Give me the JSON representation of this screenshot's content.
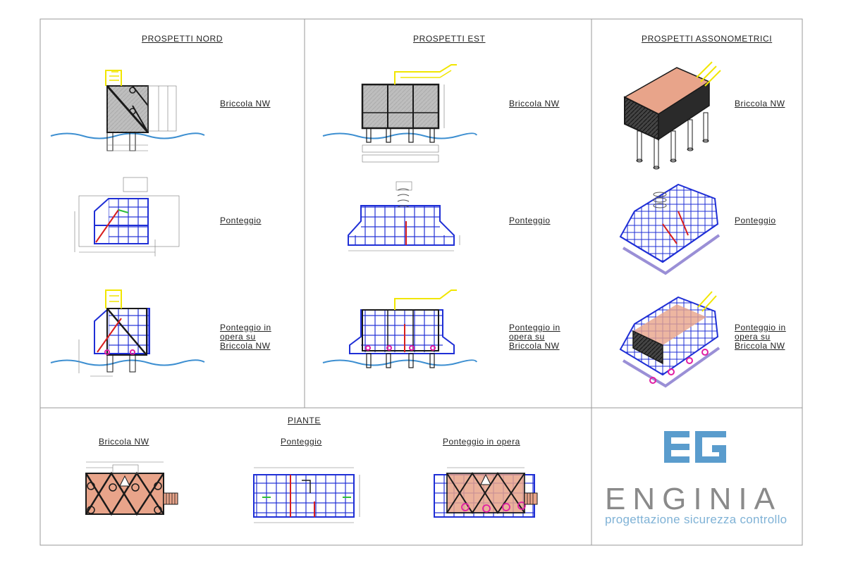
{
  "sections": {
    "nord": "PROSPETTI NORD",
    "est": "PROSPETTI EST",
    "asso": "PROSPETTI ASSONOMETRICI",
    "piante": "PIANTE"
  },
  "rows": {
    "r1": "Briccola NW",
    "r2": "Ponteggio",
    "r3_l1": "Ponteggio in",
    "r3_l2": "opera su",
    "r3_l3": "Briccola NW"
  },
  "plans": {
    "p1": "Briccola NW",
    "p2": "Ponteggio",
    "p3": "Ponteggio in opera"
  },
  "logo": {
    "word": "ENGINIA",
    "tagline": "progettazione sicurezza controllo"
  },
  "colors": {
    "frame": "#9a9a9a",
    "blue_scaffold": "#1f2fd6",
    "red_brace": "#d81e1e",
    "yellow_stair": "#f1e600",
    "black_steel": "#1a1a1a",
    "water": "#3d8fd1",
    "salmon": "#e8a48a",
    "logo_blue": "#5a9ccd",
    "logo_grey": "#8a8a8a"
  }
}
